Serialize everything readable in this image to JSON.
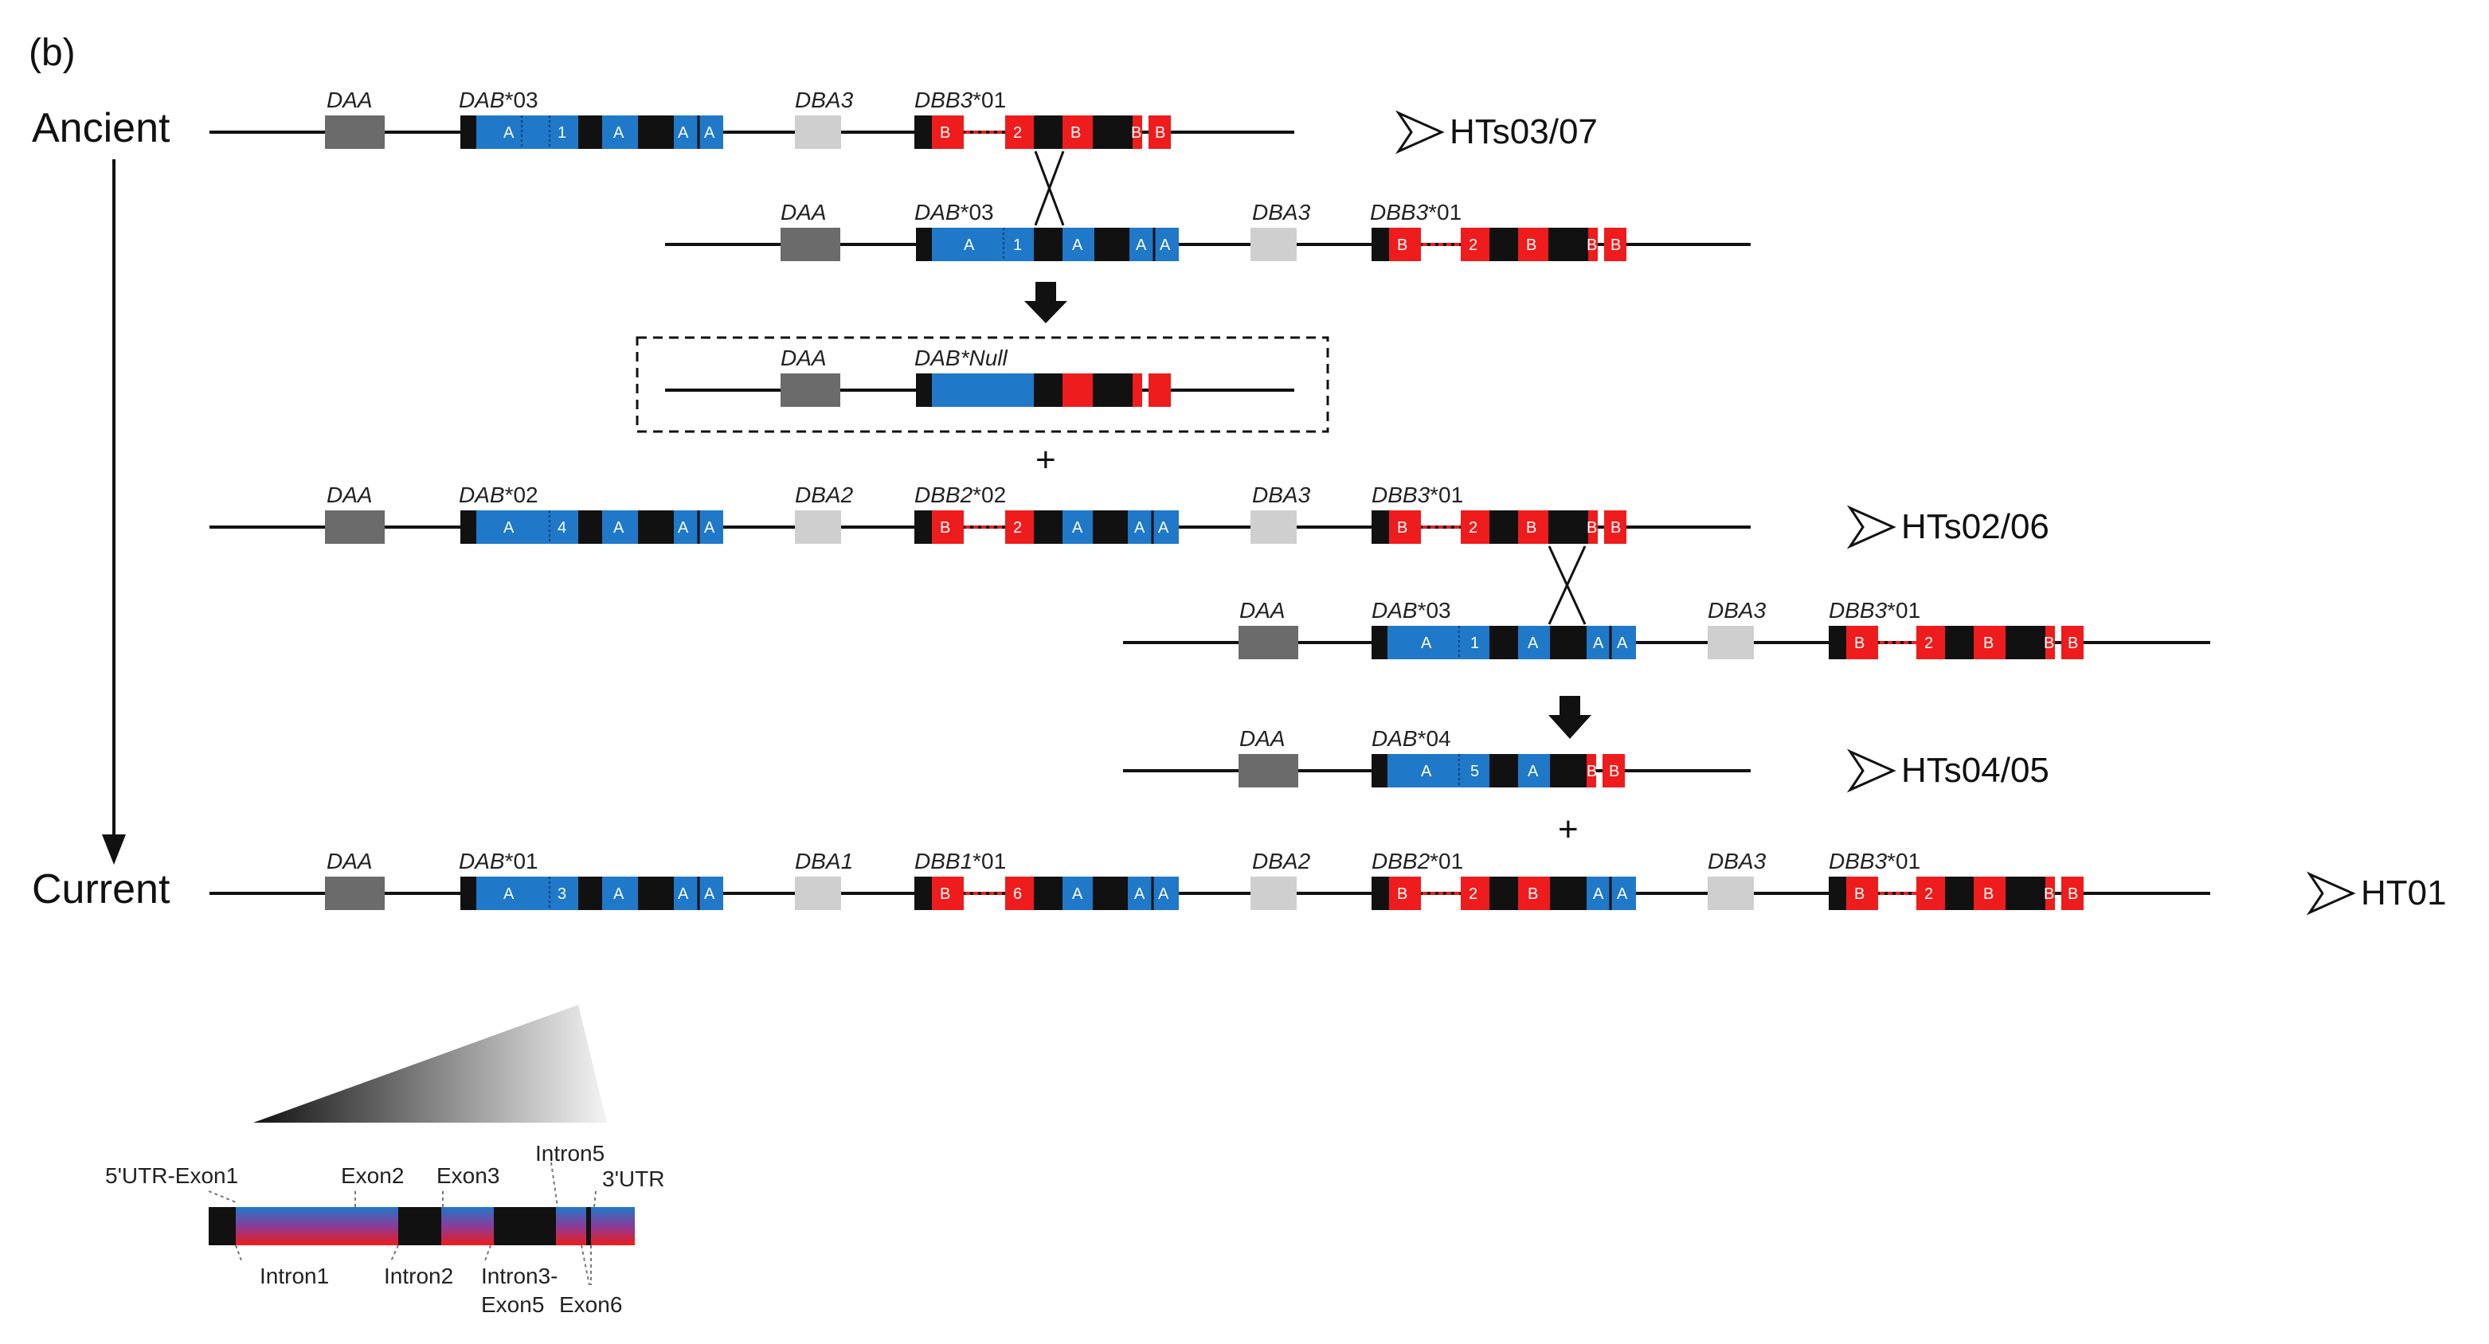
{
  "panel_label": "(b)",
  "timeline": {
    "start_label": "Ancient",
    "end_label": "Current"
  },
  "symbols": {
    "plus": "+"
  },
  "rows": [
    {
      "id": "r1",
      "genes": [
        {
          "id": "daa",
          "name": "DAA",
          "suffix": ""
        },
        {
          "id": "dab",
          "name": "DAB",
          "suffix": "*03"
        },
        {
          "id": "dba",
          "name": "DBA3",
          "suffix": ""
        },
        {
          "id": "dbb",
          "name": "DBB3",
          "suffix": "*01"
        }
      ],
      "texts": {
        "dab_ex": "A",
        "dab_num": "1",
        "dab_c": "A",
        "dab_d": "A",
        "dab_e": "A",
        "dbb_ex": "B",
        "dbb_num": "2",
        "dbb_c": "B",
        "dbb_d": "B",
        "dbb_e": "B"
      },
      "haplotype": "HTs03/07"
    },
    {
      "id": "r2",
      "genes": [
        {
          "id": "daa",
          "name": "DAA",
          "suffix": ""
        },
        {
          "id": "dab",
          "name": "DAB",
          "suffix": "*03"
        },
        {
          "id": "dba",
          "name": "DBA3",
          "suffix": ""
        },
        {
          "id": "dbb",
          "name": "DBB3",
          "suffix": "*01"
        }
      ],
      "texts": {
        "dab_ex": "A",
        "dab_num": "1",
        "dab_c": "A",
        "dab_d": "A",
        "dab_e": "A",
        "dbb_ex": "B",
        "dbb_num": "2",
        "dbb_c": "B",
        "dbb_d": "B",
        "dbb_e": "B"
      }
    },
    {
      "id": "r3",
      "genes": [
        {
          "id": "daa",
          "name": "DAA",
          "suffix": ""
        },
        {
          "id": "dab",
          "name": "DAB",
          "suffix": "*Null"
        }
      ]
    },
    {
      "id": "r4",
      "genes": [
        {
          "id": "daa",
          "name": "DAA",
          "suffix": ""
        },
        {
          "id": "dab",
          "name": "DAB",
          "suffix": "*02"
        },
        {
          "id": "dba",
          "name": "DBA2",
          "suffix": ""
        },
        {
          "id": "dbb2",
          "name": "DBB2",
          "suffix": "*02"
        },
        {
          "id": "dba3",
          "name": "DBA3",
          "suffix": ""
        },
        {
          "id": "dbb3",
          "name": "DBB3",
          "suffix": "*01"
        }
      ],
      "texts": {
        "dab_ex": "A",
        "dab_num": "4",
        "dab_c": "A",
        "dab_d": "A",
        "dab_e": "A",
        "b2_ex": "B",
        "b2_num": "2",
        "b2_c": "A",
        "b2_d": "A",
        "b2_e": "A",
        "b3_ex": "B",
        "b3_num": "2",
        "b3_c": "B",
        "b3_d": "B",
        "b3_e": "B"
      },
      "haplotype": "HTs02/06"
    },
    {
      "id": "r5",
      "genes": [
        {
          "id": "daa",
          "name": "DAA",
          "suffix": ""
        },
        {
          "id": "dab",
          "name": "DAB",
          "suffix": "*03"
        },
        {
          "id": "dba",
          "name": "DBA3",
          "suffix": ""
        },
        {
          "id": "dbb",
          "name": "DBB3",
          "suffix": "*01"
        }
      ],
      "texts": {
        "dab_ex": "A",
        "dab_num": "1",
        "dab_c": "A",
        "dab_d": "A",
        "dab_e": "A",
        "dbb_ex": "B",
        "dbb_num": "2",
        "dbb_c": "B",
        "dbb_d": "B",
        "dbb_e": "B"
      }
    },
    {
      "id": "r6",
      "genes": [
        {
          "id": "daa",
          "name": "DAA",
          "suffix": ""
        },
        {
          "id": "dab",
          "name": "DAB",
          "suffix": "*04"
        }
      ],
      "texts": {
        "dab_ex": "A",
        "dab_num": "5",
        "dab_c": "A",
        "dab_d": "B",
        "dab_e": "B"
      },
      "haplotype": "HTs04/05"
    },
    {
      "id": "r7",
      "genes": [
        {
          "id": "daa",
          "name": "DAA",
          "suffix": ""
        },
        {
          "id": "dab",
          "name": "DAB",
          "suffix": "*01"
        },
        {
          "id": "dba1",
          "name": "DBA1",
          "suffix": ""
        },
        {
          "id": "dbb1",
          "name": "DBB1",
          "suffix": "*01"
        },
        {
          "id": "dba2",
          "name": "DBA2",
          "suffix": ""
        },
        {
          "id": "dbb2",
          "name": "DBB2",
          "suffix": "*01"
        },
        {
          "id": "dba3",
          "name": "DBA3",
          "suffix": ""
        },
        {
          "id": "dbb3",
          "name": "DBB3",
          "suffix": "*01"
        }
      ],
      "texts": {
        "dab_ex": "A",
        "dab_num": "3",
        "dab_c": "A",
        "dab_d": "A",
        "dab_e": "A",
        "b1_ex": "B",
        "b1_num": "6",
        "b1_c": "A",
        "b1_d": "A",
        "b1_e": "A",
        "b2_ex": "B",
        "b2_num": "2",
        "b2_c": "B",
        "b2_d": "A",
        "b2_e": "A",
        "b3_ex": "B",
        "b3_num": "2",
        "b3_c": "B",
        "b3_d": "B",
        "b3_e": "B"
      },
      "haplotype": "HT01"
    }
  ],
  "structure_legend": {
    "top_labels": [
      "5'UTR-Exon1",
      "Exon2",
      "Exon3",
      "Intron5",
      "3'UTR"
    ],
    "bottom_labels": [
      "Intron1",
      "Intron2",
      "Intron3-",
      "Exon5",
      "Exon6"
    ]
  },
  "colors": {
    "alpha_exon": "#1f78c8",
    "beta_exon": "#ee1c1c",
    "utr_black": "#111111",
    "daa_gray": "#6b6b6b",
    "dba_lightgray": "#cfcfcf",
    "line": "#111111"
  }
}
